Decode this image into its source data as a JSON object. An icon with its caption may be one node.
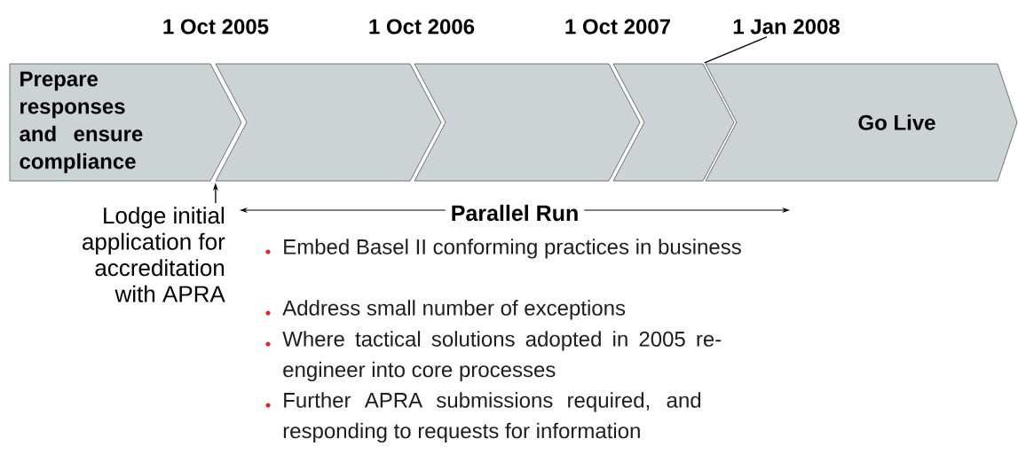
{
  "diagram": {
    "nodes": [
      {
        "text": [
          "Prepare responses and ensure compliance"
        ]
      },
      {
        "text": [],
        "shape": "chevron"
      },
      {
        "text": [],
        "shape": "chevron"
      },
      {
        "text": [],
        "shape": "chevron"
      },
      {
        "text": [
          "Go Live"
        ]
      },
      {
        "text": [
          "Lodge initial application for accreditation with APRA"
        ]
      },
      {
        "text": [
          "1 Jan 2008"
        ]
      }
    ],
    "edges": [
      {
        "from": 5,
        "to": 1,
        "arrow": "to"
      },
      {
        "from": 6,
        "to": 4,
        "arrow": "none"
      }
    ],
    "labels": [
      "1 Oct 2005",
      "1 Oct 2006",
      "1 Oct 2007",
      "Parallel Run",
      "Embed Basel II conforming practices in business",
      "Address small number of exceptions",
      "Where tactical solutions adopted in 2005 re-engineer into core processes",
      "Further APRA submissions required, and responding to requests for information"
    ]
  }
}
